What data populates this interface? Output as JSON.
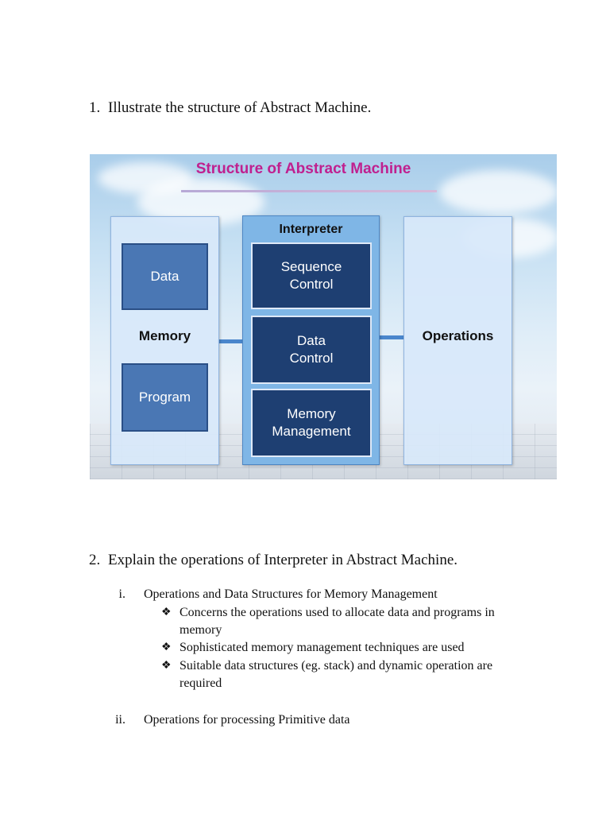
{
  "questions": [
    {
      "num": "1.",
      "text": "Illustrate the structure of Abstract Machine."
    },
    {
      "num": "2.",
      "text": "Explain the operations of Interpreter in Abstract Machine."
    }
  ],
  "diagram": {
    "title": "Structure of Abstract Machine",
    "memory": {
      "label": "Memory",
      "boxes": [
        "Data",
        "Program"
      ]
    },
    "interpreter": {
      "label": "Interpreter",
      "boxes": [
        "Sequence\nControl",
        "Data\nControl",
        "Memory\nManagement"
      ]
    },
    "operations": {
      "label": "Operations"
    },
    "colors": {
      "title": "#c0208f",
      "box": "#4a77b4",
      "dark_box": "#1e3f72",
      "connector": "#4a86cc"
    }
  },
  "outline": [
    {
      "marker": "i.",
      "text": "Operations and Data Structures for Memory Management",
      "bullets": [
        {
          "symbol": "❖",
          "lines": [
            "Concerns the operations used to allocate data and programs in",
            "memory"
          ]
        },
        {
          "symbol": "❖",
          "lines": [
            "Sophisticated memory management techniques are used"
          ]
        },
        {
          "symbol": "❖",
          "lines": [
            "Suitable data structures (eg. stack) and dynamic operation are",
            "required"
          ]
        }
      ]
    },
    {
      "marker": "ii.",
      "text": "Operations for processing Primitive data",
      "bullets": []
    }
  ]
}
